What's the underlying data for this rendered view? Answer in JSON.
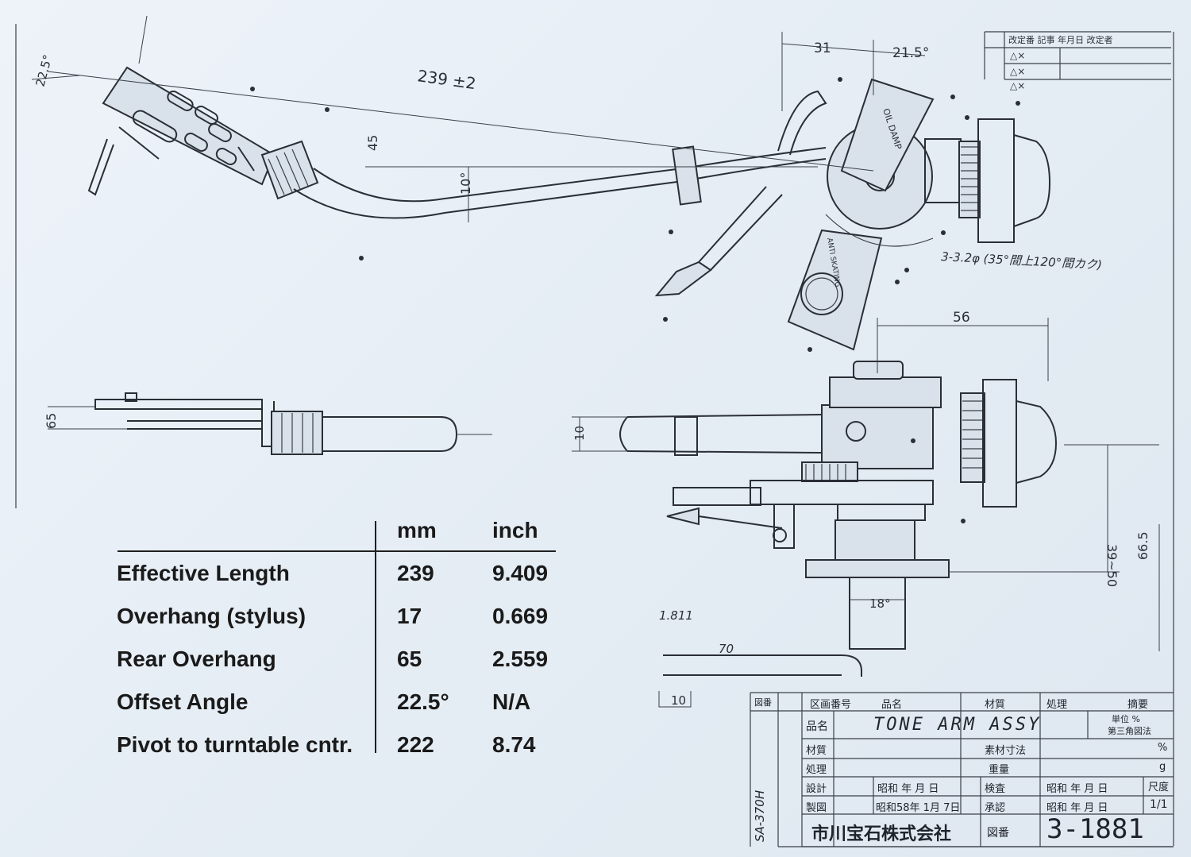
{
  "drawing": {
    "dims": {
      "d239": "239 ±2",
      "d31": "31",
      "d215": "21.5°",
      "d45": "45",
      "d10": "10°",
      "d225": "22.5°",
      "d56": "56",
      "d65a": "65",
      "d65b": "66.5",
      "d3950": "39~50",
      "d18": "18°",
      "d10b": "10",
      "d10c": "10",
      "d70": "70",
      "d1811": "1.811",
      "holes": "3-3.2φ (35°間上120°間カク)",
      "oil_damp": "OIL DAMP",
      "anti_skating": "ANTI SKATING"
    },
    "revision": {
      "header": "改定番 記事 年月日 改定者",
      "marks": [
        "△×",
        "△×",
        "△×"
      ]
    },
    "title_block": {
      "header_cols": [
        "図番",
        "区画番号",
        "品名",
        "材質",
        "処理",
        "摘要"
      ],
      "part_name_label": "品名",
      "part_name": "TONE ARM ASSY",
      "unit_label": "単位 %",
      "projection": "第三角図法",
      "material_label": "材質",
      "blank_size_label": "素材寸法",
      "percent": "%",
      "treatment_label": "処理",
      "weight_label": "重量",
      "weight_value": "g",
      "design_label": "設計",
      "design_date": "昭和 年 月 日",
      "check_label": "検査",
      "draw_label": "製図",
      "draw_date": "昭和58年 1月 7日",
      "approve_label": "承認",
      "date_right_1": "昭和 年 月 日",
      "date_right_2": "昭和 年 月 日",
      "scale_label": "尺度",
      "scale_value": "1/1",
      "model": "SA-370H",
      "company": "市川宝石株式会社",
      "drawing_no_label": "図番",
      "drawing_no": "3-1881"
    }
  },
  "specs": {
    "headers": {
      "mm": "mm",
      "inch": "inch"
    },
    "rows": [
      {
        "label": "Effective Length",
        "mm": "239",
        "inch": "9.409"
      },
      {
        "label": "Overhang (stylus)",
        "mm": "17",
        "inch": "0.669"
      },
      {
        "label": "Rear Overhang",
        "mm": "65",
        "inch": "2.559"
      },
      {
        "label": "Offset Angle",
        "mm": "22.5°",
        "inch": "N/A"
      },
      {
        "label": "Pivot to turntable cntr.",
        "mm": "222",
        "inch": "8.74"
      }
    ]
  }
}
